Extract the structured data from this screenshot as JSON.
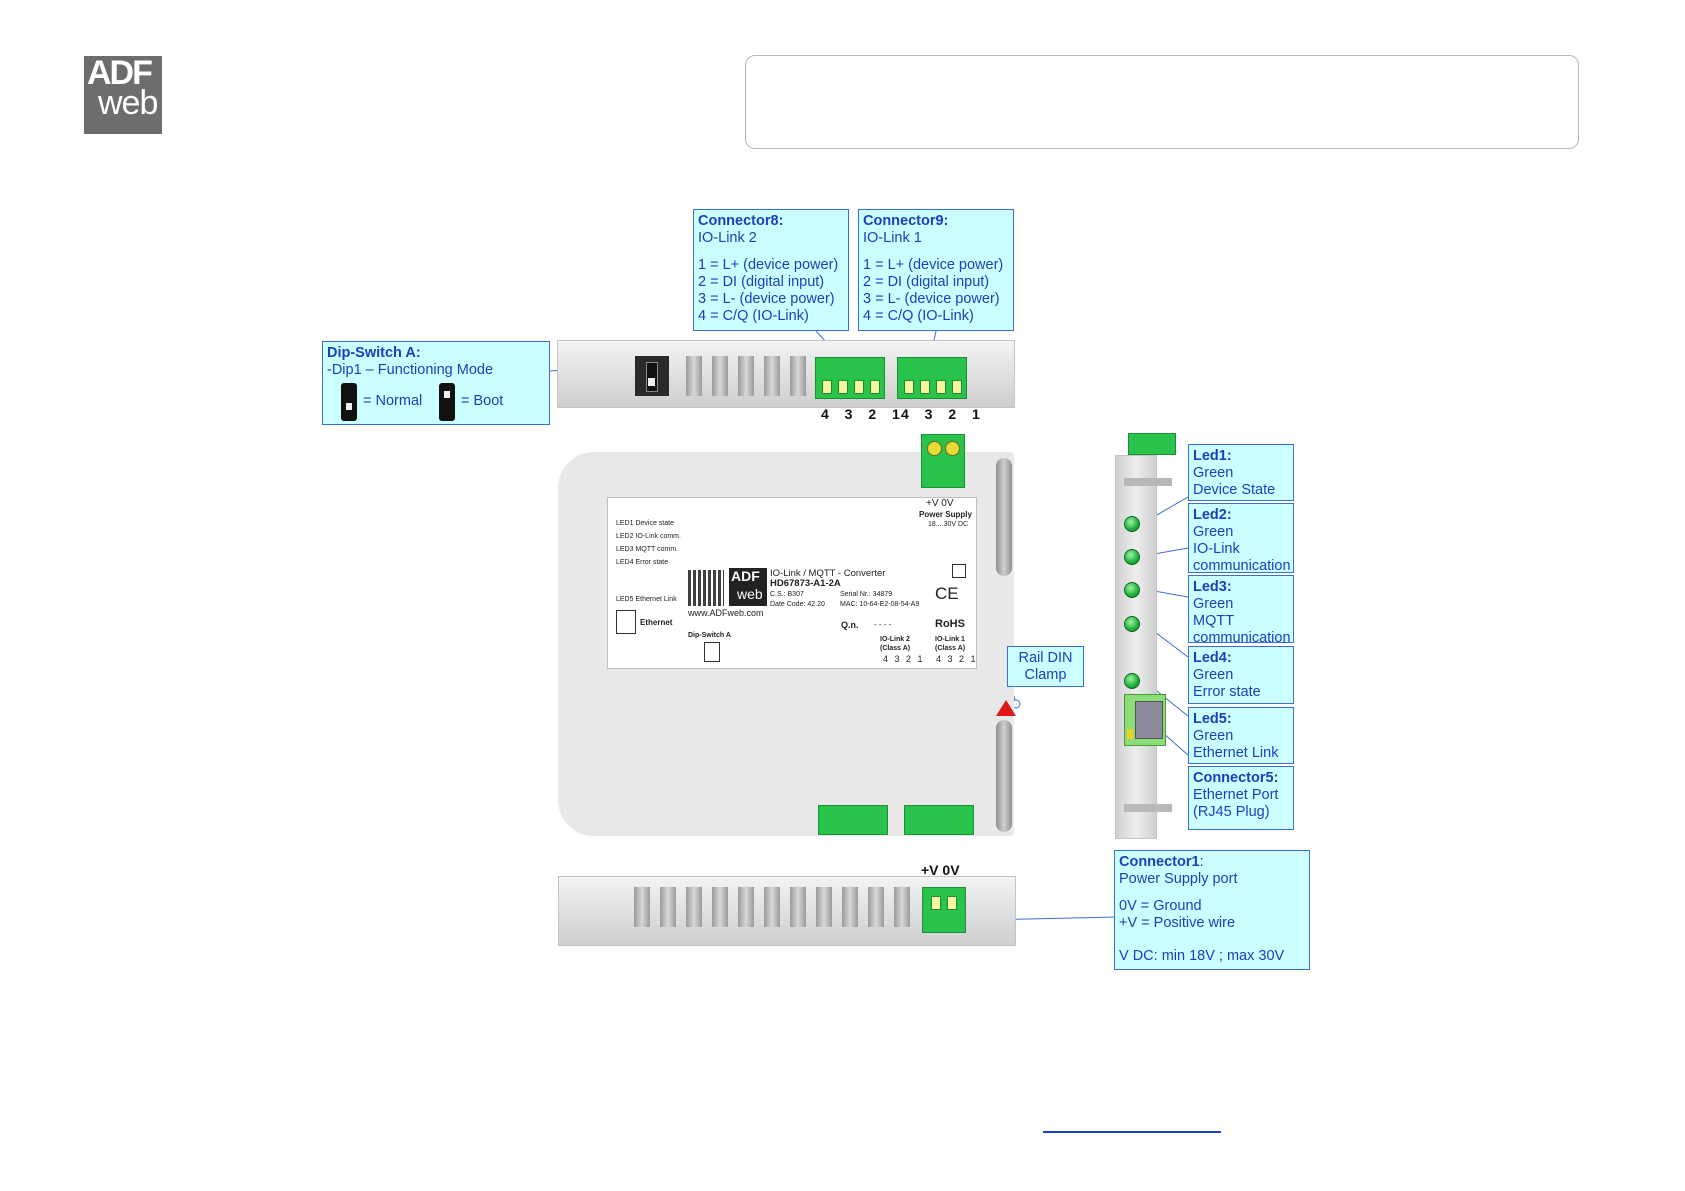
{
  "logo": {
    "line1": "ADF",
    "line2": "web"
  },
  "connector8": {
    "title": "Connector8:",
    "sub": "IO-Link 2",
    "pins": [
      "1 = L+ (device power)",
      "2 = DI (digital input)",
      "3 = L- (device power)",
      "4 = C/Q (IO-Link)"
    ]
  },
  "connector9": {
    "title": "Connector9:",
    "sub": "IO-Link 1",
    "pins": [
      "1 = L+ (device power)",
      "2 = DI (digital input)",
      "3 = L- (device power)",
      "4 = C/Q (IO-Link)"
    ]
  },
  "dipswitch": {
    "title": "Dip-Switch A:",
    "sub": "-Dip1 – Functioning Mode",
    "normal": "= Normal",
    "boot": "= Boot"
  },
  "pin_labels": {
    "group1": "4 3 2 1",
    "group2": "4 3 2 1"
  },
  "leds": [
    {
      "title": "Led1:",
      "color": "Green",
      "desc": [
        "Device State"
      ]
    },
    {
      "title": "Led2:",
      "color": "Green",
      "desc": [
        "IO-Link",
        "communication"
      ]
    },
    {
      "title": "Led3:",
      "color": "Green",
      "desc": [
        "MQTT",
        "communication"
      ]
    },
    {
      "title": "Led4:",
      "color": "Green",
      "desc": [
        "Error state"
      ]
    },
    {
      "title": "Led5:",
      "color": "Green",
      "desc": [
        "Ethernet Link"
      ]
    }
  ],
  "connector5": {
    "title": "Connector5:",
    "lines": [
      "Ethernet Port",
      "(RJ45 Plug)"
    ]
  },
  "connector1": {
    "title": "Connector1",
    "colon": ":",
    "sub": "Power Supply port",
    "lines": [
      "0V = Ground",
      "+V = Positive wire"
    ],
    "vdc": "V DC: min 18V ; max 30V"
  },
  "rail_clamp": {
    "line1": "Rail DIN",
    "line2": "Clamp"
  },
  "bottom_power": "+V 0V",
  "label": {
    "leds": [
      "LED1 Device state",
      "LED2 IO-Link comm.",
      "LED3 MQTT comm.",
      "LED4 Error state"
    ],
    "led5": "LED5 Ethernet Link",
    "ethernet": "Ethernet",
    "power": "+V  0V",
    "power_supply": "Power Supply",
    "power_range": "18....30V DC",
    "product": "IO-Link / MQTT - Converter",
    "code": "HD67873-A1-2A",
    "cs": "C.S.: B307",
    "date": "Date Code: 42.20",
    "serial": "Serial Nr.: 34879",
    "mac": "MAC: 10-64-E2-08-54-A9",
    "web": "www.ADFweb.com",
    "qn": "Q.n.",
    "qn_value": "- - - -",
    "rohs": "RoHS",
    "ce": "CE",
    "dip": "Dip-Switch A",
    "iolink2": "IO-Link 2",
    "iolink1": "IO-Link 1",
    "classa": "(Class A)",
    "pins": "4 3 2 1",
    "logo1": "ADF",
    "logo2": "web"
  }
}
